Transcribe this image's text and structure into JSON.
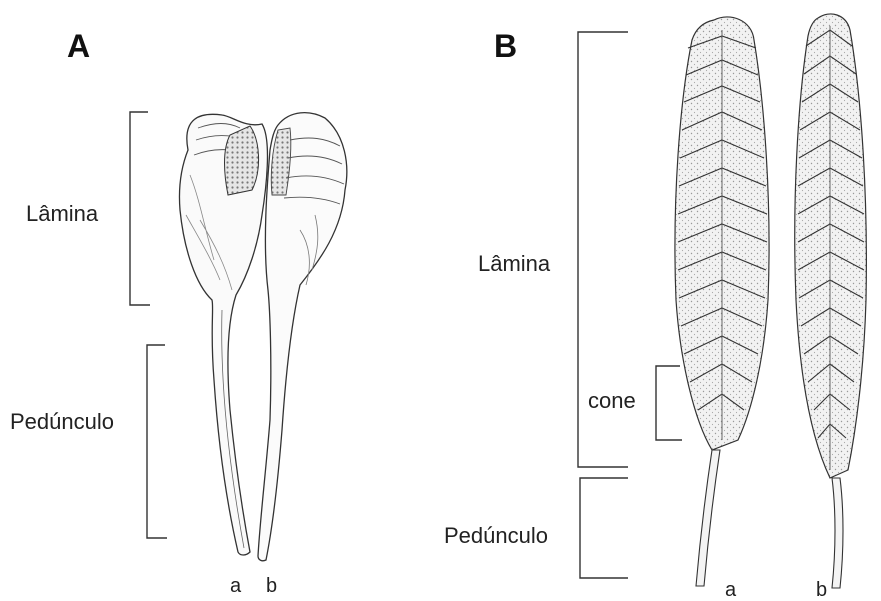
{
  "panels": [
    {
      "letter": "A",
      "labels": {
        "lamina": "Lâmina",
        "peduncle": "Pedúnculo"
      },
      "views": [
        "a",
        "b"
      ]
    },
    {
      "letter": "B",
      "labels": {
        "lamina": "Lâmina",
        "cone": "cone",
        "peduncle": "Pedúnculo"
      },
      "views": [
        "a",
        "b"
      ]
    }
  ],
  "colors": {
    "ink": "#222222",
    "shade": "#d9d9d9",
    "background": "#ffffff"
  }
}
